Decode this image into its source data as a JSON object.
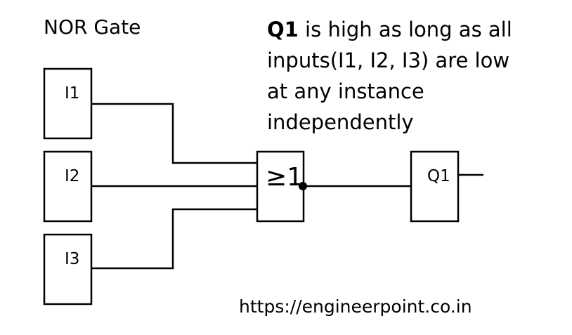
{
  "title": "NOR Gate",
  "description": {
    "q1_bold": "Q1",
    "line1_rest": " is high as long as all",
    "line2": "inputs(I1, I2, I3) are low",
    "line3": "at any instance",
    "line4": "independently"
  },
  "inputs": [
    {
      "label": "I1"
    },
    {
      "label": "I2"
    },
    {
      "label": "I3"
    }
  ],
  "gate": {
    "label": "≥1"
  },
  "output": {
    "label": "Q1"
  },
  "url": "https://engineerpoint.co.in",
  "colors": {
    "stroke": "#000000",
    "background": "#ffffff"
  }
}
